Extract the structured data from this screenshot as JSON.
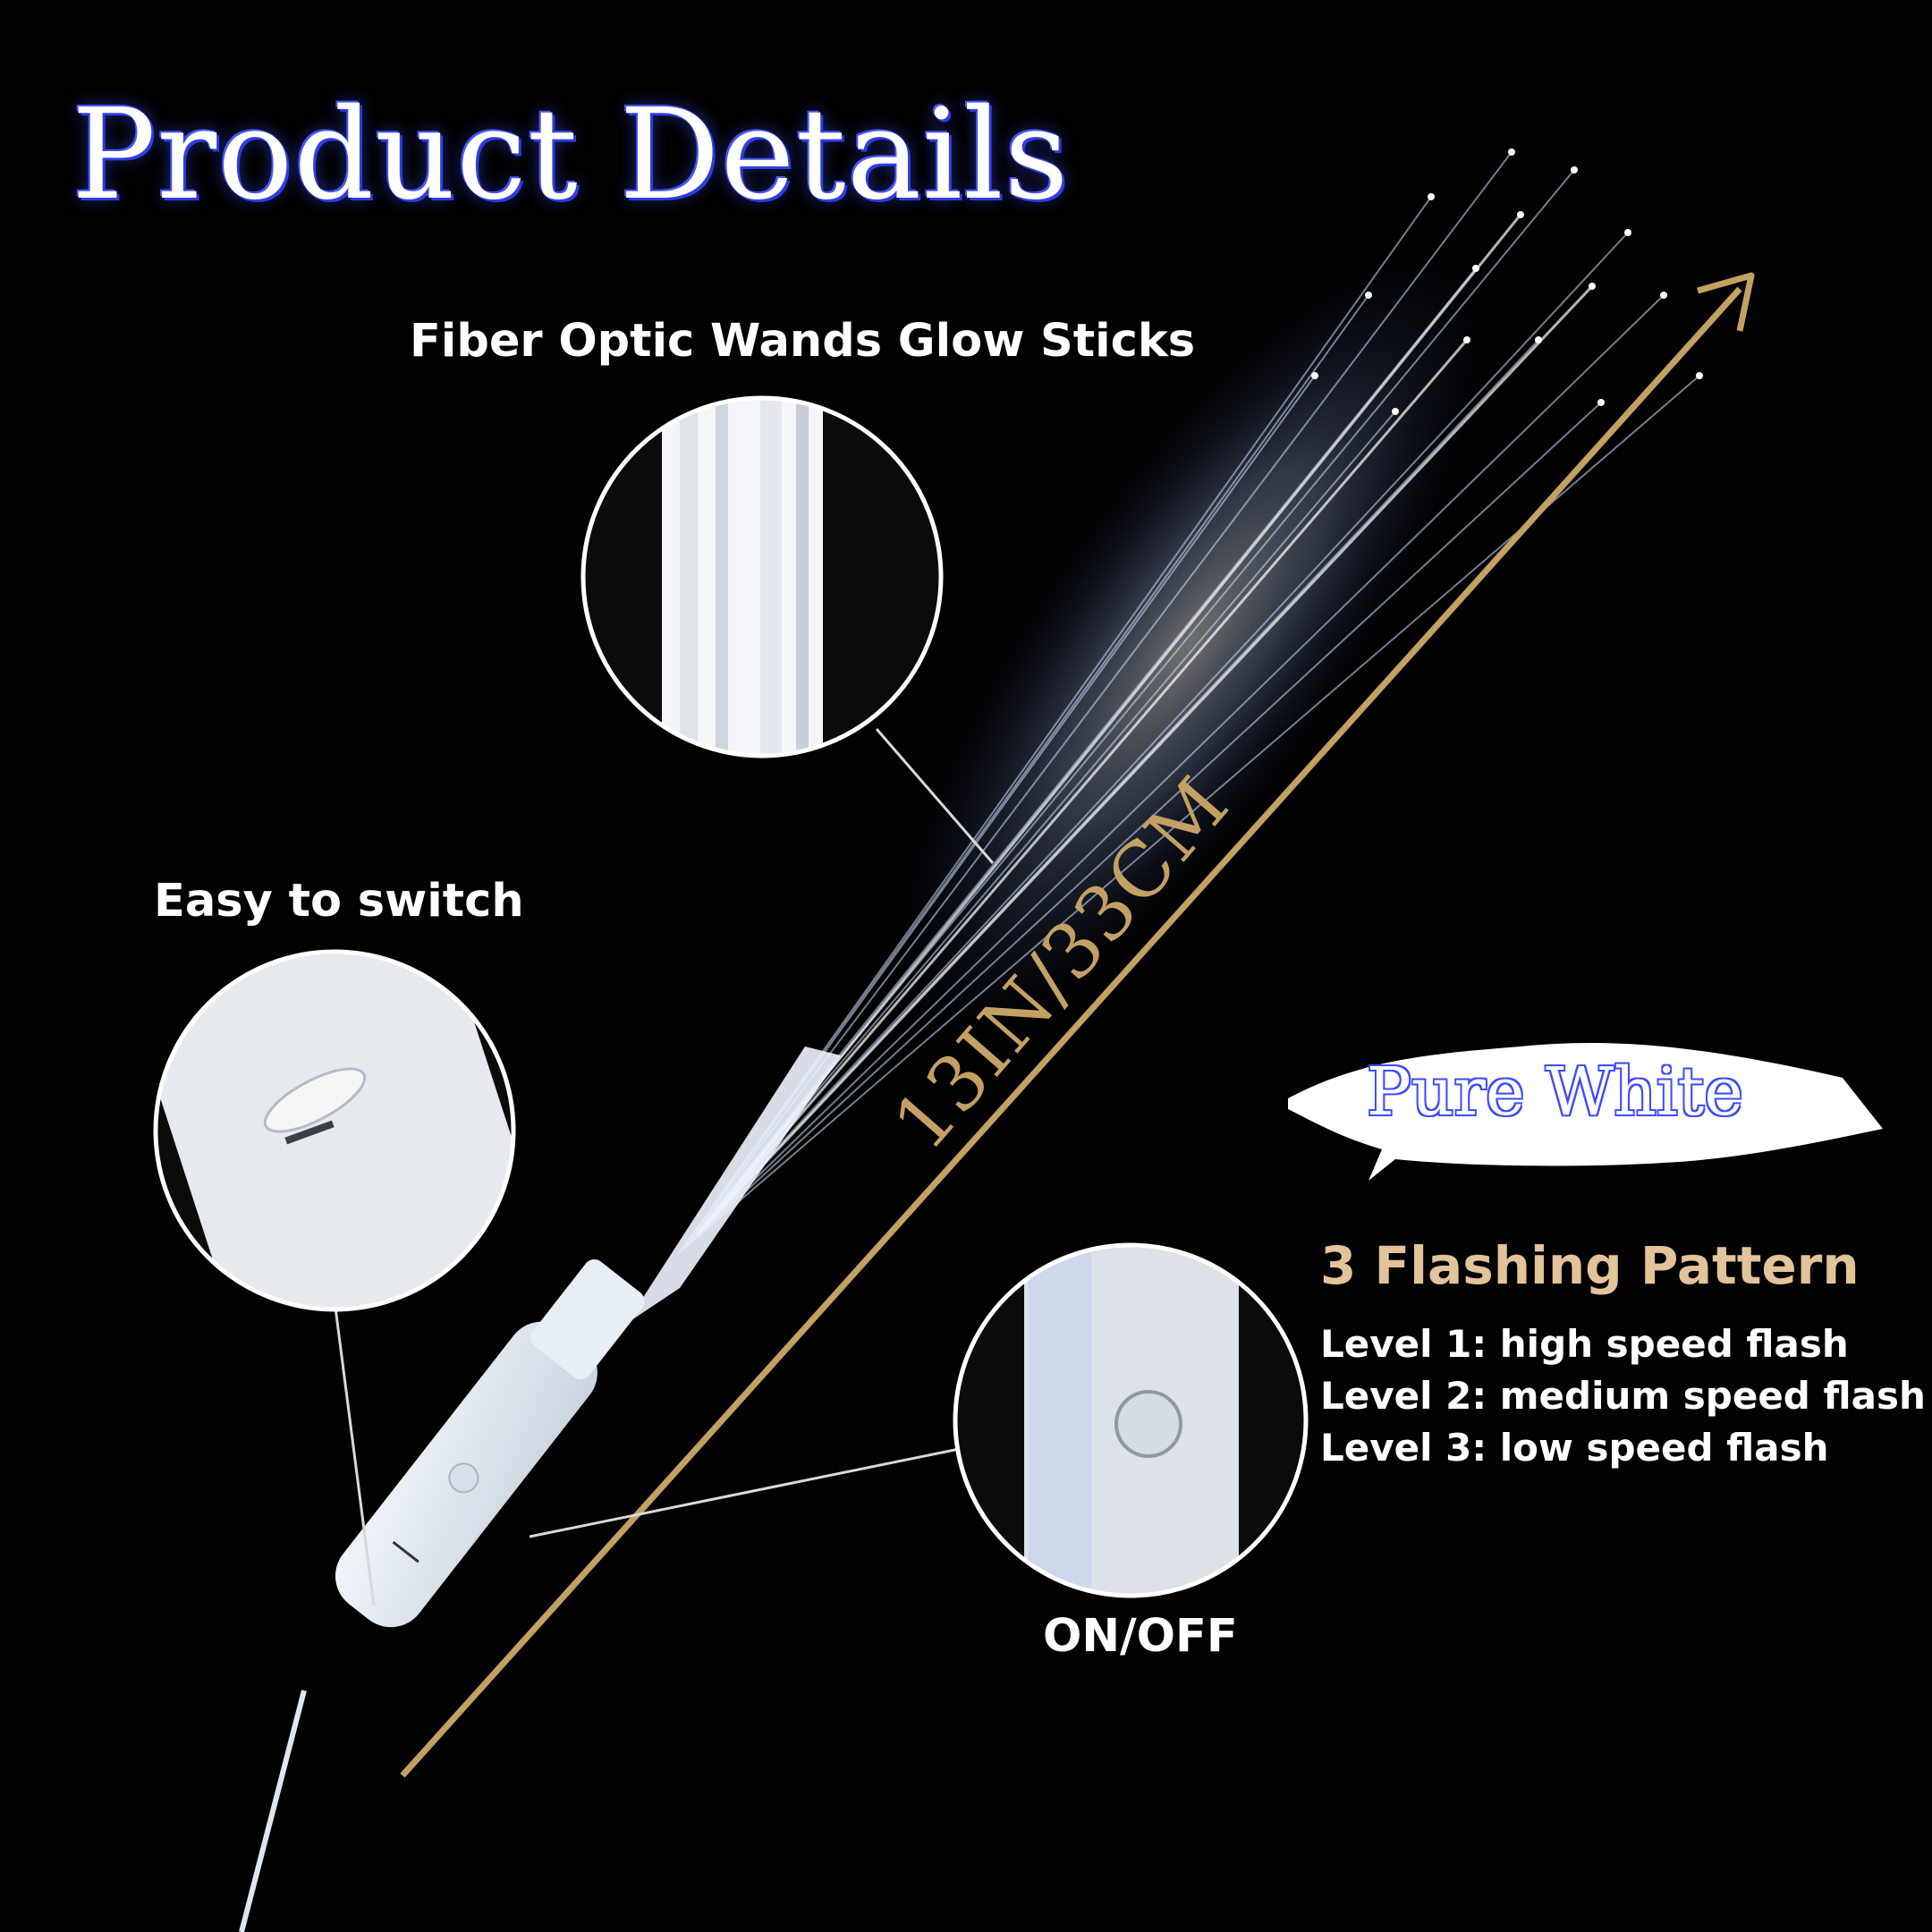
{
  "title": "Product Details",
  "labels": {
    "fiber": "Fiber Optic Wands Glow Sticks",
    "switch": "Easy to switch",
    "onoff": "ON/OFF",
    "size": "13IN/33CM",
    "color_name": "Pure White"
  },
  "flashing": {
    "title": "3 Flashing Pattern",
    "levels": [
      "Level 1: high speed flash",
      "Level 2: medium speed flash",
      "Level 3: low speed flash"
    ]
  },
  "colors": {
    "background": "#020203",
    "title_outline": "#3b4dff",
    "gold": "#c4a064",
    "flash_title": "#e2c39a",
    "text": "#ffffff"
  },
  "icons": [
    "fiber-optic-wand-icon",
    "arrow-icon"
  ]
}
